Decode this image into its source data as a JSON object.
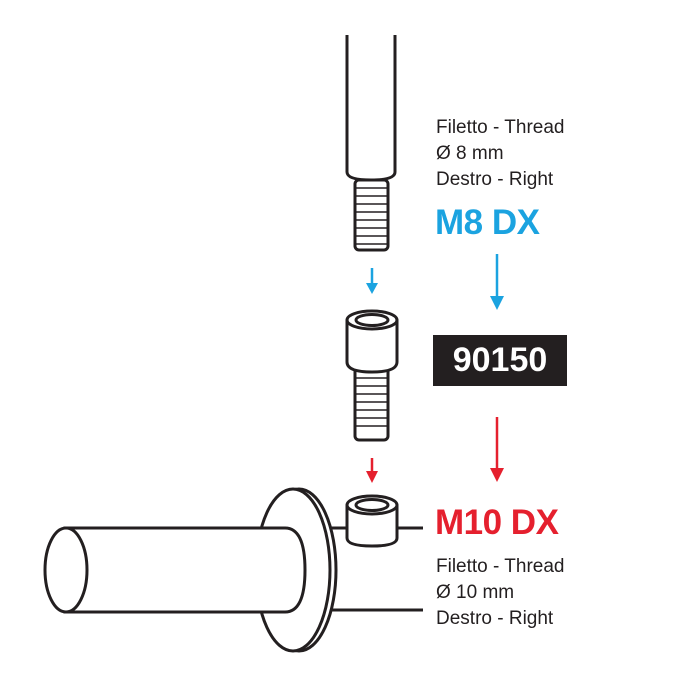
{
  "top_spec": {
    "line1": "Filetto - Thread",
    "line2": "Ø 8 mm",
    "line3": "Destro - Right",
    "code": "M8 DX"
  },
  "part_number": "90150",
  "bottom_spec": {
    "code": "M10 DX",
    "line1": "Filetto - Thread",
    "line2": "Ø 10 mm",
    "line3": "Destro - Right"
  },
  "colors": {
    "blue": "#1ba3e0",
    "red": "#e5202e",
    "label_bg": "#231f20",
    "stroke": "#231f20"
  }
}
